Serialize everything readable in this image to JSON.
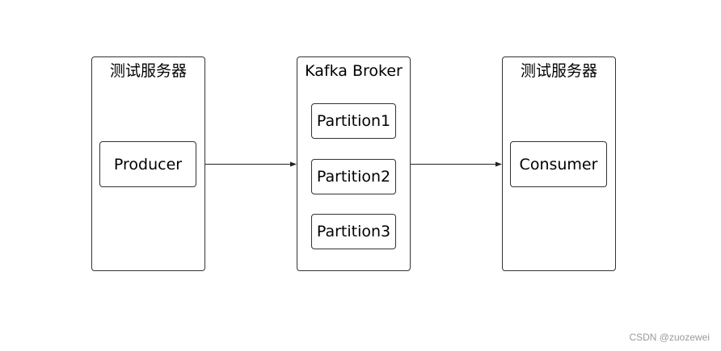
{
  "groups": {
    "producer_server": {
      "title": "测试服务器"
    },
    "kafka_broker": {
      "title": "Kafka Broker"
    },
    "consumer_server": {
      "title": "测试服务器"
    }
  },
  "nodes": {
    "producer": "Producer",
    "partition1": "Partition1",
    "partition2": "Partition2",
    "partition3": "Partition3",
    "consumer": "Consumer"
  },
  "watermark": "CSDN @zuozewei"
}
